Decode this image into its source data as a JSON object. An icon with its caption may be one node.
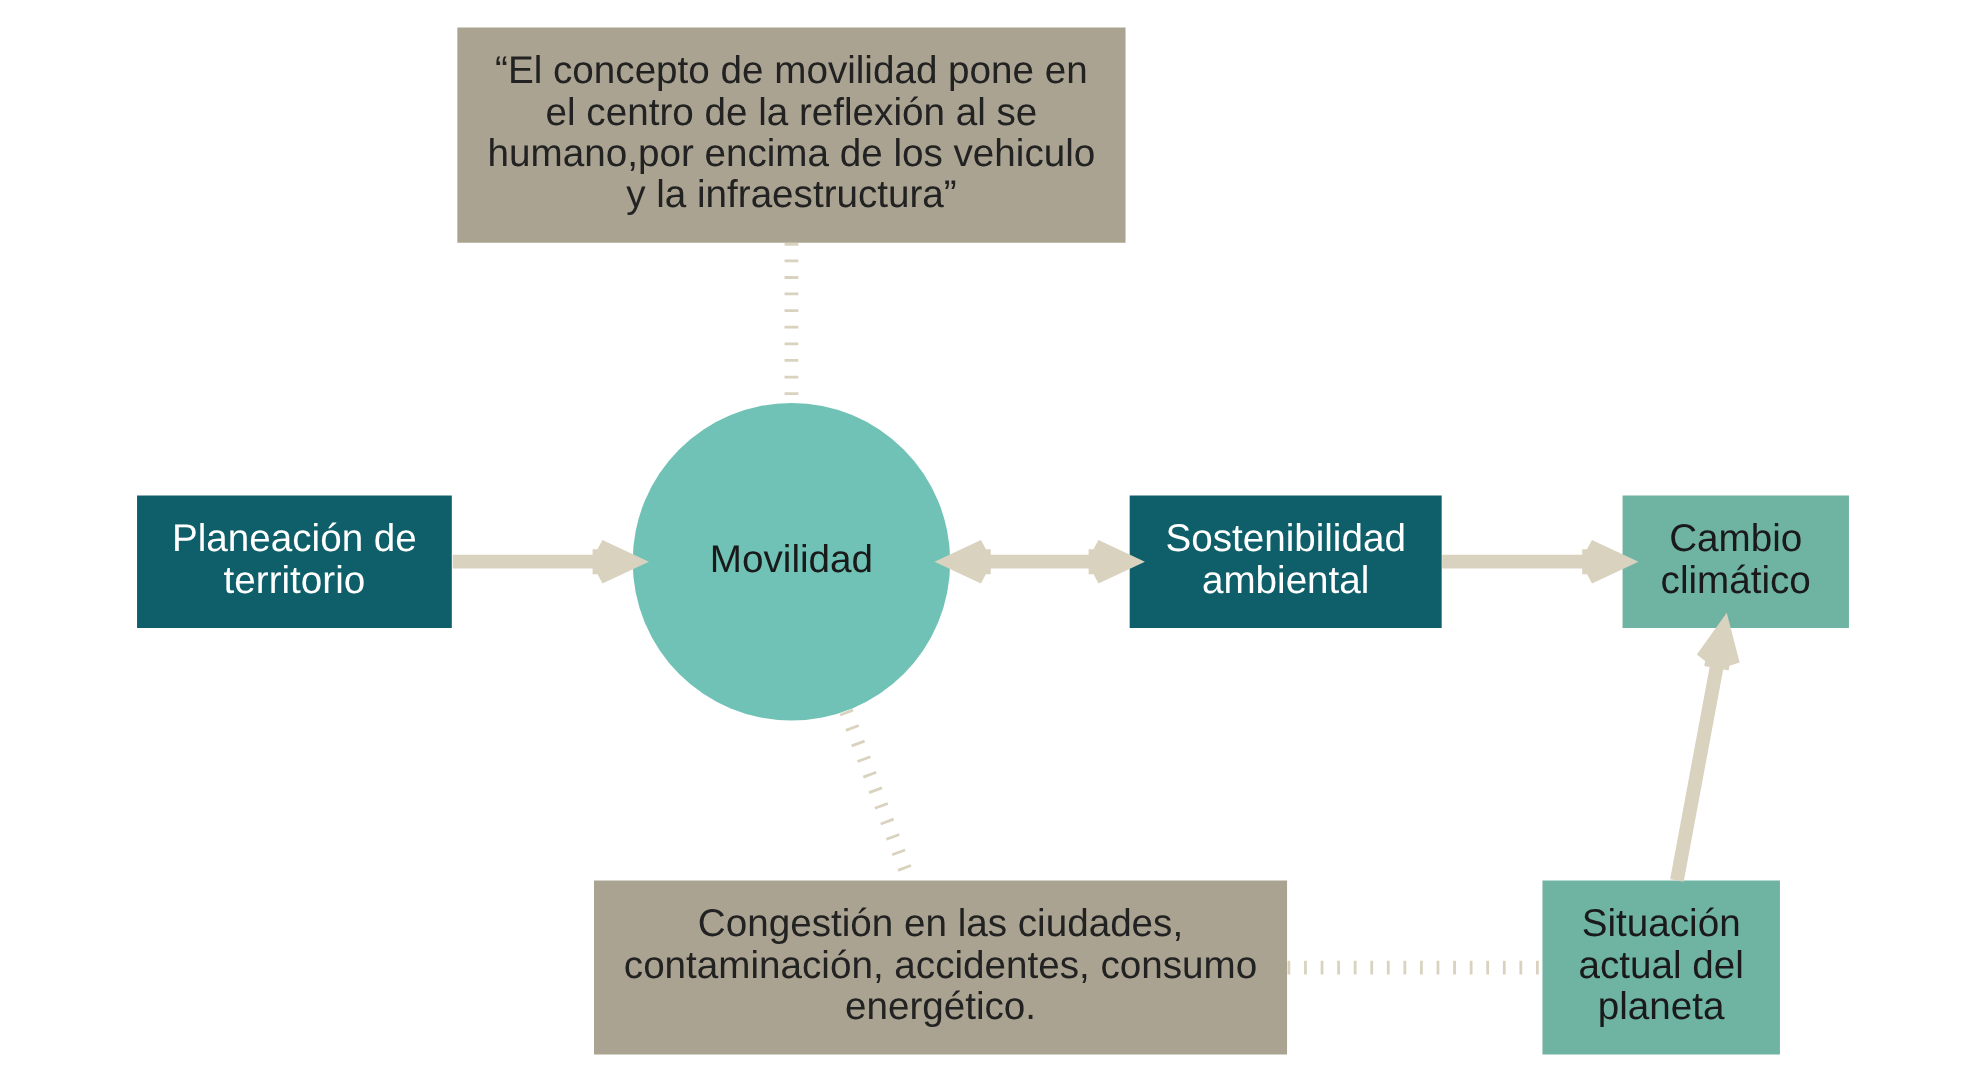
{
  "diagram": {
    "nodes": [
      {
        "text": [
          "“El concepto de movilidad pone en el centro de la reflexión al se humano,por encima de los vehiculo y la infraestructura”"
        ]
      },
      {
        "text": [
          "Planeación de territorio"
        ]
      },
      {
        "text": [
          "Movilidad"
        ]
      },
      {
        "text": [
          "Sostenibilidad ambiental"
        ]
      },
      {
        "text": [
          "Cambio climático"
        ]
      },
      {
        "text": [
          "Congestión en las ciudades, contaminación, accidentes, consumo energético."
        ]
      },
      {
        "text": [
          "Situación actual del planeta"
        ]
      }
    ],
    "edges": [
      {
        "from": 0,
        "to": 2,
        "arrow": "none",
        "style": "dashed"
      },
      {
        "from": 1,
        "to": 2,
        "arrow": "to"
      },
      {
        "from": 2,
        "to": 3,
        "arrow": "both"
      },
      {
        "from": 3,
        "to": 4,
        "arrow": "to"
      },
      {
        "from": 2,
        "to": 5,
        "arrow": "none",
        "style": "dashed"
      },
      {
        "from": 5,
        "to": 6,
        "arrow": "none",
        "style": "dashed"
      },
      {
        "from": 6,
        "to": 4,
        "arrow": "to"
      }
    ]
  }
}
